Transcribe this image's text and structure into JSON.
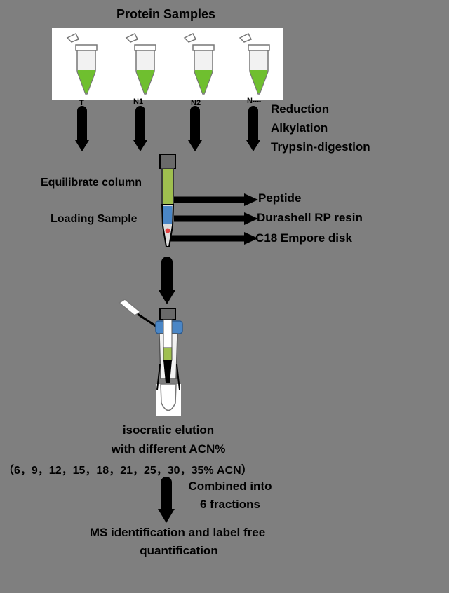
{
  "diagram": {
    "title": "Protein Samples",
    "tube_labels": [
      "T",
      "N1",
      "N2",
      "N"
    ],
    "tube_label_suffix": "----",
    "prep_steps": [
      "Reduction",
      "Alkylation",
      "Trypsin-digestion"
    ],
    "column_steps": [
      "Equilibrate column",
      "Loading Sample"
    ],
    "column_parts": [
      "Peptide",
      "Durashell RP resin",
      "C18 Empore disk"
    ],
    "elution": {
      "line1": "isocratic elution",
      "line2": "with different ACN%",
      "line3": "（6，9，12，15，18，21，25，30，35% ACN）"
    },
    "combine": {
      "line1": "Combined into",
      "line2": "6 fractions"
    },
    "final": {
      "line1": "MS identification and label free",
      "line2": "quantification"
    },
    "colors": {
      "background": "#7f7f7f",
      "sample_liquid": "#6fbf2f",
      "column_green": "#9fbf4f",
      "resin_blue": "#4a86c6",
      "arrow": "#000000"
    }
  }
}
